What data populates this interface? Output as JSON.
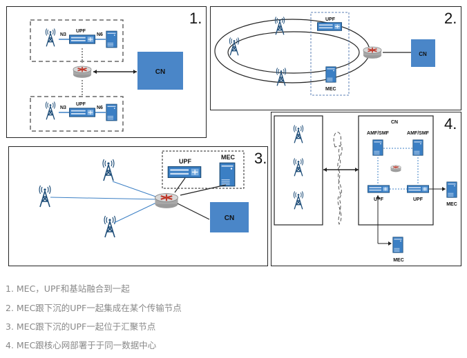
{
  "panels": [
    {
      "number": "1.",
      "labels": {
        "n3": "N3",
        "upf": "UPF",
        "n6": "N6",
        "cn": "CN"
      }
    },
    {
      "number": "2.",
      "labels": {
        "upf": "UPF",
        "mec": "MEC",
        "cn": "CN"
      }
    },
    {
      "number": "3.",
      "labels": {
        "upf": "UPF",
        "mec": "MEC",
        "cn": "CN"
      }
    },
    {
      "number": "4.",
      "labels": {
        "cn": "CN",
        "amf1": "AMF/SMF",
        "amf2": "AMF/SMF",
        "upf1": "UPF",
        "upf2": "UPF",
        "mec_right": "MEC",
        "mec_bottom": "MEC"
      }
    }
  ],
  "captions": [
    "1. MEC，UPF和基站融合到一起",
    "2. MEC跟下沉的UPF一起集成在某个传输节点",
    "3. MEC跟下沉的UPF一起位于汇聚节点",
    "4. MEC跟核心网部署于于同一数据中心"
  ],
  "colors": {
    "blue": "#3b7fc4",
    "dark": "#1f4e79",
    "cn_fill": "#4a86c8",
    "router_red": "#c0392b",
    "caption": "#888888"
  }
}
